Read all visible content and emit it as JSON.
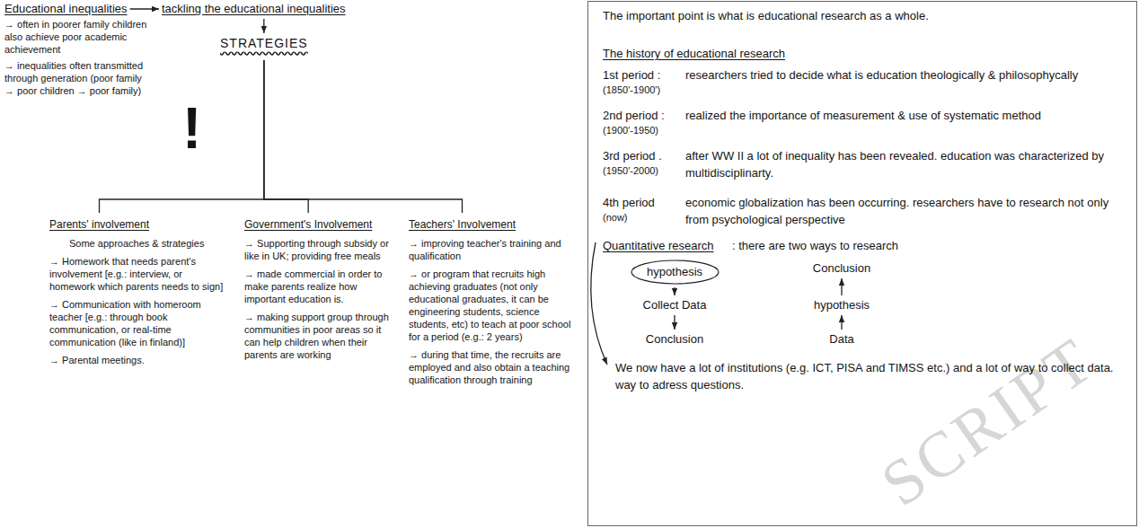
{
  "diagram": {
    "nodes": [
      {
        "text": [
          "Educational inequalities"
        ]
      },
      {
        "text": [
          "tackling the educational inequalities"
        ]
      },
      {
        "text": [
          "STRATEGIES"
        ]
      },
      {
        "text": [
          "Parents' involvement",
          "Some approaches & strategies",
          "→ Homework that needs parent's involvement [e.g.: interview, or homework which parents needs to sign]",
          "→ Communication with homeroom teacher [e.g.: through book communication, or real-time communication (like in finland)]",
          "→ Parental meetings."
        ]
      },
      {
        "text": [
          "Government's Involvement",
          "→ Supporting through subsidy or like in UK; providing free meals",
          "→ made commercial in order to make parents realize how important education is.",
          "→ making support group through communities in poor areas so it can help children when their parents are working"
        ]
      },
      {
        "text": [
          "Teachers' Involvement",
          "→ improving teacher's training and qualification",
          "→ or program that recruits high achieving graduates (not only educational graduates, it can be engineering students, science students, etc) to teach at poor school for a period (e.g.: 2 years)",
          "→ during that time, the recruits are employed and also obtain a teaching qualification through training"
        ]
      },
      {
        "text": [
          "The important point is what is educational research as a whole.",
          "The history of educational research",
          "1st period :",
          "(1850'-1900')",
          "researchers tried to decide what is education theologically & philosophycally",
          "2nd period :",
          "(1900'-1950)",
          "realized the importance of measurement & use of systematic method",
          "3rd period .",
          "(1950'-2000)",
          "after WW II a lot of inequality has been revealed. education was characterized by multidisciplinarty.",
          "4th period",
          "(now)",
          "economic globalization has been occurring. researchers have to research not only from psychological perspective",
          "Quantitative research",
          ": there are two ways to research",
          "We now have a lot of institutions (e.g. ICT, PISA and TIMSS etc.) and a lot of way to collect data. way to adress questions."
        ]
      },
      {
        "text": [
          "hypothesis"
        ],
        "in": 6
      },
      {
        "text": [
          "Collect Data"
        ],
        "in": 6
      },
      {
        "text": [
          "Conclusion"
        ],
        "in": 6
      },
      {
        "text": [
          "Conclusion"
        ],
        "in": 6
      },
      {
        "text": [
          "hypothesis"
        ],
        "in": 6
      },
      {
        "text": [
          "Data"
        ],
        "in": 6
      }
    ],
    "edges": [
      {
        "from": 0,
        "to": 1,
        "arrow": "to"
      },
      {
        "from": 1,
        "to": 2,
        "arrow": "to"
      },
      {
        "from": 2,
        "to": 3,
        "arrow": "none"
      },
      {
        "from": 2,
        "to": 4,
        "arrow": "none"
      },
      {
        "from": 2,
        "to": 5,
        "arrow": "none"
      },
      {
        "from": 7,
        "to": 8,
        "arrow": "to"
      },
      {
        "from": 8,
        "to": 9,
        "arrow": "to"
      },
      {
        "from": 12,
        "to": 11,
        "arrow": "to"
      },
      {
        "from": 11,
        "to": 10,
        "arrow": "to"
      }
    ],
    "labels": [
      "→ often in poorer family children also achieve poor academic achievement",
      "→ inequalities often transmitted through generation (poor family → poor children → poor family)",
      "!",
      "SCRIPT"
    ]
  }
}
